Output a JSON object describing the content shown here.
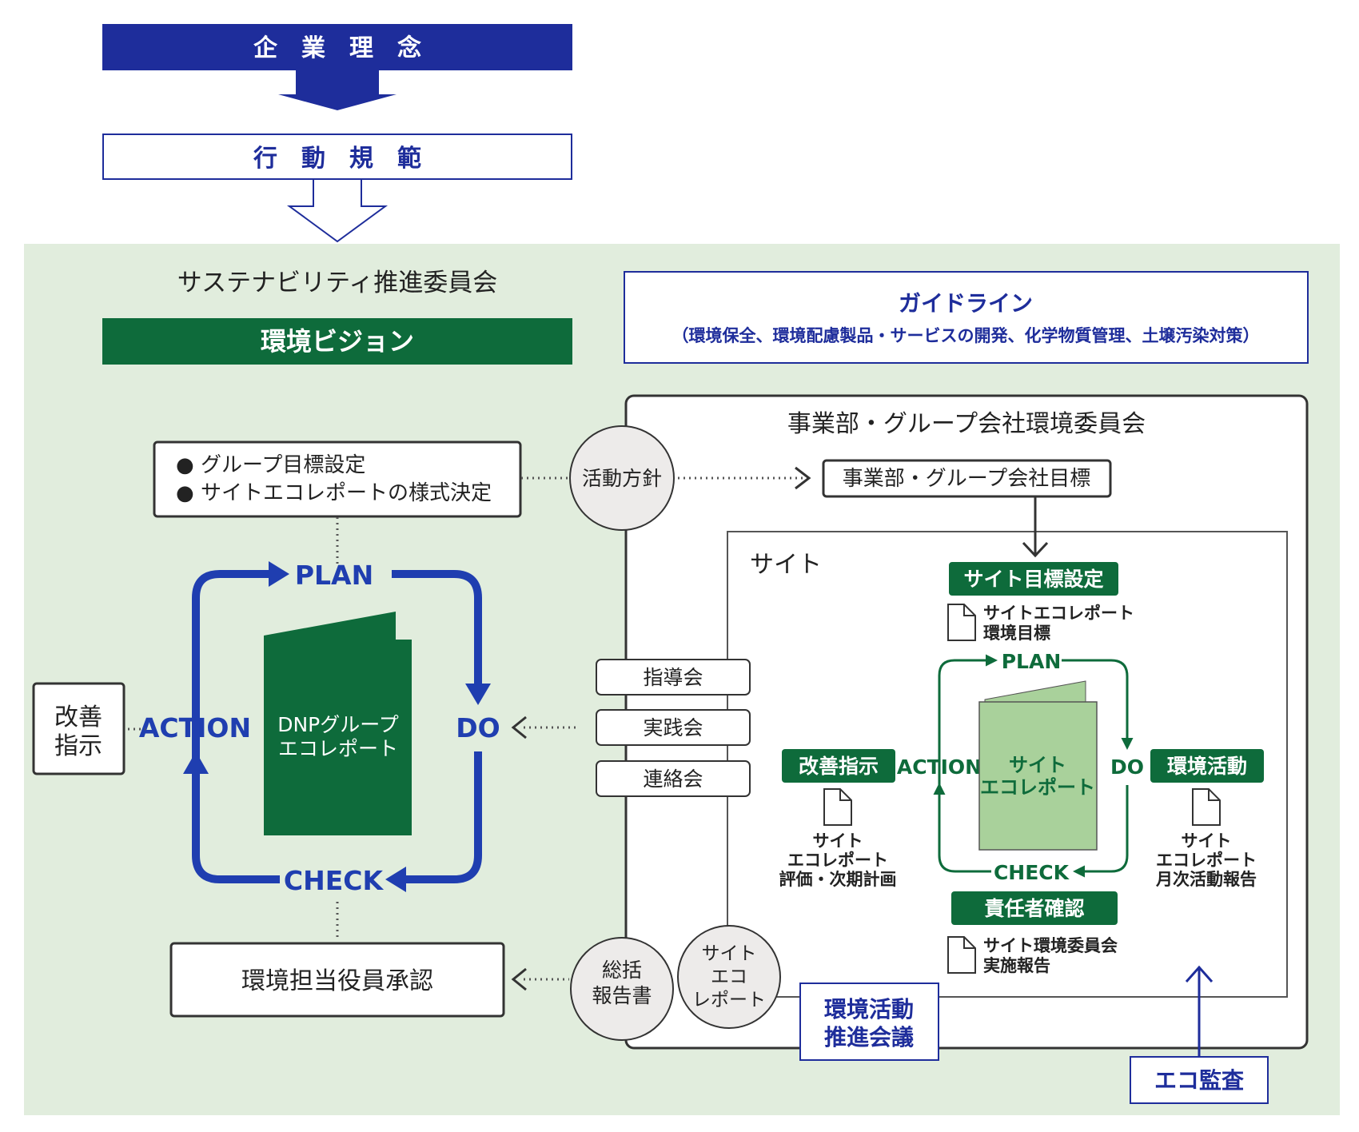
{
  "colors": {
    "navy": "#1E2D9B",
    "blue": "#1F3EB0",
    "green": "#0E6B3B",
    "green_light": "#A9D19B",
    "bg_green": "#E1EDDD",
    "dark": "#333333",
    "circle_fill": "#EDEBEA",
    "white": "#FFFFFF"
  },
  "top": {
    "corporate_philosophy": "企　業　理　念",
    "code_of_conduct": "行　動　規　範"
  },
  "left": {
    "committee": "サステナビリティ推進委員会",
    "vision": "環境ビジョン",
    "plan_box": [
      "● グループ目標設定",
      "● サイトエコレポートの様式決定"
    ],
    "cycle": {
      "plan": "PLAN",
      "do": "DO",
      "check": "CHECK",
      "action": "ACTION"
    },
    "report": [
      "DNPグループ",
      "エコレポート"
    ],
    "improvement": [
      "改善",
      "指示"
    ],
    "approval": "環境担当役員承認"
  },
  "guideline": {
    "title": "ガイドライン",
    "detail": "（環境保全、環境配慮製品・サービスの開発、化学物質管理、土壌汚染対策）"
  },
  "middle": {
    "policy": "活動方針",
    "meetings": [
      "指導会",
      "実践会",
      "連絡会"
    ],
    "summary": [
      "総括",
      "報告書"
    ],
    "site_eco": [
      "サイト",
      "エコ",
      "レポート"
    ],
    "promotion": [
      "環境活動",
      "推進会議"
    ],
    "eco_audit": "エコ監査"
  },
  "right": {
    "committee": "事業部・グループ会社環境委員会",
    "target": "事業部・グループ会社目標",
    "site": "サイト",
    "site_target": "サイト目標設定",
    "site_target_doc": [
      "サイトエコレポート",
      "環境目標"
    ],
    "cycle": {
      "plan": "PLAN",
      "do": "DO",
      "check": "CHECK",
      "action": "ACTION"
    },
    "site_report": [
      "サイト",
      "エコレポート"
    ],
    "improvement": "改善指示",
    "improvement_doc": [
      "サイト",
      "エコレポート",
      "評価・次期計画"
    ],
    "activity": "環境活動",
    "activity_doc": [
      "サイト",
      "エコレポート",
      "月次活動報告"
    ],
    "responsible": "責任者確認",
    "responsible_doc": [
      "サイト環境委員会",
      "実施報告"
    ]
  }
}
